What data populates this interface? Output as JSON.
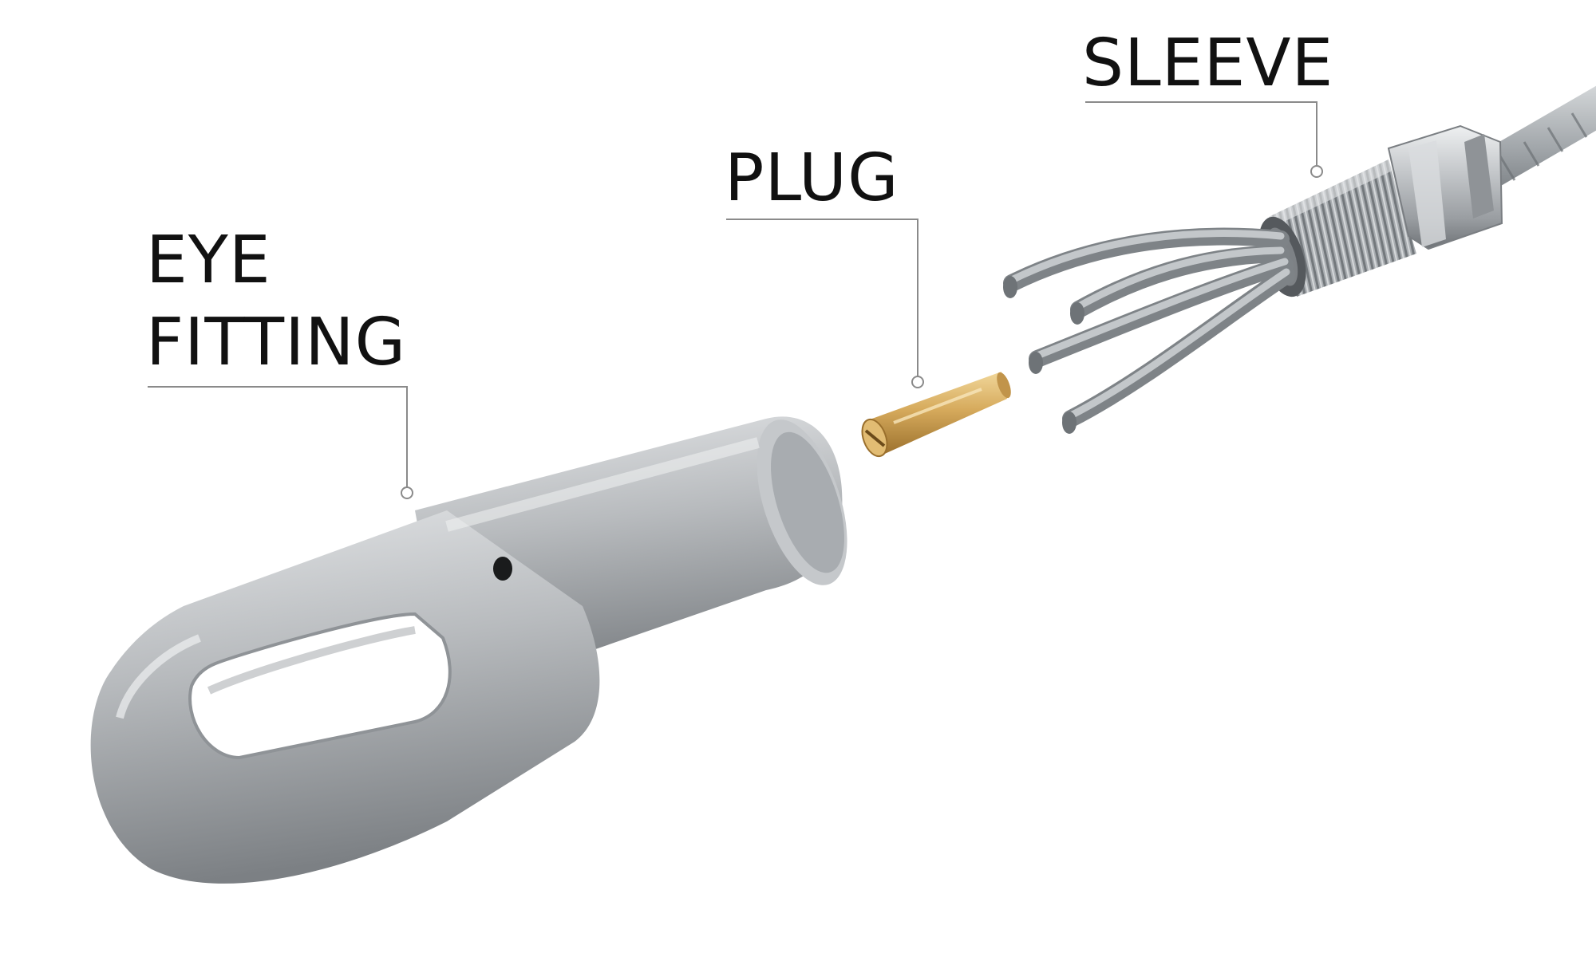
{
  "labels": {
    "sleeve": "SLEEVE",
    "plug": "PLUG",
    "eye_fitting_line1": "EYE",
    "eye_fitting_line2": "FITTING"
  },
  "colors": {
    "background": "#ffffff",
    "text": "#111111",
    "leader_line": "#8a8a8a",
    "galvanized_steel": "#b9bcbf",
    "brass": "#d2a65a"
  }
}
